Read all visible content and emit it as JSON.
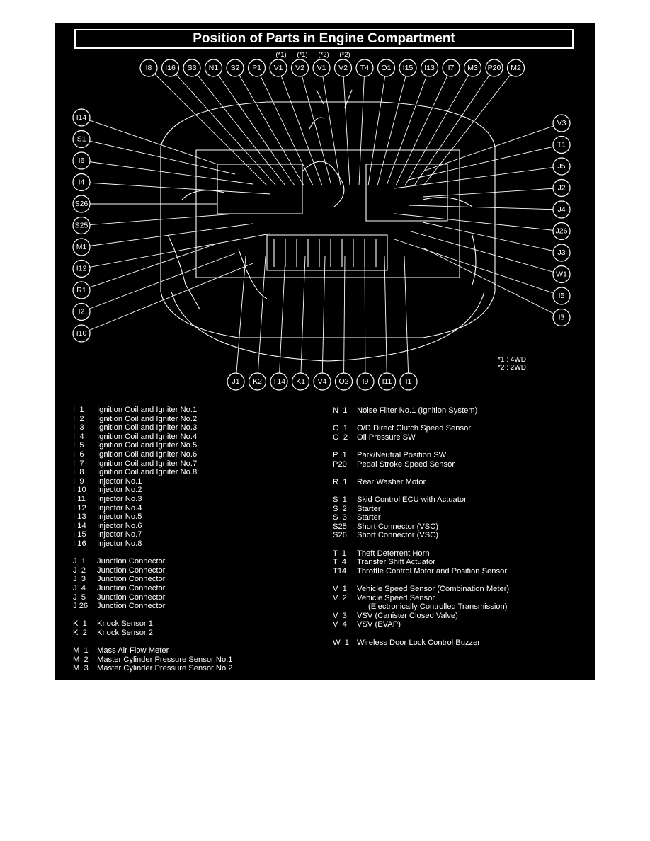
{
  "title": "Position of Parts in Engine Compartment",
  "colors": {
    "background": "#000000",
    "foreground": "#ffffff",
    "page": "#ffffff"
  },
  "top_notes": [
    "(*1)",
    "(*1)",
    "(*2)",
    "(*2)"
  ],
  "footnotes": [
    "*1 : 4WD",
    "*2 : 2WD"
  ],
  "callouts_top": [
    "I8",
    "I16",
    "S3",
    "N1",
    "S2",
    "P1",
    "V1",
    "V2",
    "V1",
    "V2",
    "T4",
    "O1",
    "I15",
    "I13",
    "I7",
    "M3",
    "P20",
    "M2"
  ],
  "callouts_left": [
    "I14",
    "S1",
    "I6",
    "I4",
    "S26",
    "S25",
    "M1",
    "I12",
    "R1",
    "I2",
    "I10"
  ],
  "callouts_right": [
    "V3",
    "T1",
    "J5",
    "J2",
    "J4",
    "J26",
    "J3",
    "W1",
    "I5",
    "I3"
  ],
  "callouts_bottom": [
    "J1",
    "K2",
    "T14",
    "K1",
    "V4",
    "O2",
    "I9",
    "I11",
    "I1"
  ],
  "legend_left": [
    {
      "code": "I  1",
      "desc": "Ignition Coil and Igniter No.1"
    },
    {
      "code": "I  2",
      "desc": "Ignition Coil and Igniter No.2"
    },
    {
      "code": "I  3",
      "desc": "Ignition Coil and Igniter No.3"
    },
    {
      "code": "I  4",
      "desc": "Ignition Coil and Igniter No.4"
    },
    {
      "code": "I  5",
      "desc": "Ignition Coil and Igniter No.5"
    },
    {
      "code": "I  6",
      "desc": "Ignition Coil and Igniter No.6"
    },
    {
      "code": "I  7",
      "desc": "Ignition Coil and Igniter No.7"
    },
    {
      "code": "I  8",
      "desc": "Ignition Coil and Igniter No.8"
    },
    {
      "code": "I  9",
      "desc": "Injector No.1"
    },
    {
      "code": "I 10",
      "desc": "Injector No.2"
    },
    {
      "code": "I 11",
      "desc": "Injector No.3"
    },
    {
      "code": "I 12",
      "desc": "Injector No.4"
    },
    {
      "code": "I 13",
      "desc": "Injector No.5"
    },
    {
      "code": "I 14",
      "desc": "Injector No.6"
    },
    {
      "code": "I 15",
      "desc": "Injector No.7"
    },
    {
      "code": "I 16",
      "desc": "Injector No.8"
    },
    {
      "code": "",
      "desc": ""
    },
    {
      "code": "J  1",
      "desc": "Junction Connector"
    },
    {
      "code": "J  2",
      "desc": "Junction Connector"
    },
    {
      "code": "J  3",
      "desc": "Junction Connector"
    },
    {
      "code": "J  4",
      "desc": "Junction Connector"
    },
    {
      "code": "J  5",
      "desc": "Junction Connector"
    },
    {
      "code": "J 26",
      "desc": "Junction Connector"
    },
    {
      "code": "",
      "desc": ""
    },
    {
      "code": "K  1",
      "desc": "Knock Sensor 1"
    },
    {
      "code": "K  2",
      "desc": "Knock Sensor 2"
    },
    {
      "code": "",
      "desc": ""
    },
    {
      "code": "M  1",
      "desc": "Mass Air Flow Meter"
    },
    {
      "code": "M  2",
      "desc": "Master Cylinder Pressure Sensor No.1"
    },
    {
      "code": "M  3",
      "desc": "Master Cylinder Pressure Sensor No.2"
    }
  ],
  "legend_right": [
    {
      "code": "N  1",
      "desc": "Noise Filter No.1 (Ignition System)"
    },
    {
      "code": "",
      "desc": ""
    },
    {
      "code": "O  1",
      "desc": "O/D Direct Clutch Speed Sensor"
    },
    {
      "code": "O  2",
      "desc": "Oil Pressure SW"
    },
    {
      "code": "",
      "desc": ""
    },
    {
      "code": "P  1",
      "desc": "Park/Neutral Position SW"
    },
    {
      "code": "P20",
      "desc": "Pedal Stroke Speed Sensor"
    },
    {
      "code": "",
      "desc": ""
    },
    {
      "code": "R  1",
      "desc": "Rear Washer Motor"
    },
    {
      "code": "",
      "desc": ""
    },
    {
      "code": "S  1",
      "desc": "Skid Control ECU with Actuator"
    },
    {
      "code": "S  2",
      "desc": "Starter"
    },
    {
      "code": "S  3",
      "desc": "Starter"
    },
    {
      "code": "S25",
      "desc": "Short Connector (VSC)"
    },
    {
      "code": "S26",
      "desc": "Short Connector (VSC)"
    },
    {
      "code": "",
      "desc": ""
    },
    {
      "code": "T  1",
      "desc": "Theft Deterrent Horn"
    },
    {
      "code": "T  4",
      "desc": "Transfer Shift Actuator"
    },
    {
      "code": "T14",
      "desc": "Throttle Control Motor and Position Sensor"
    },
    {
      "code": "",
      "desc": ""
    },
    {
      "code": "V  1",
      "desc": "Vehicle Speed Sensor (Combination Meter)"
    },
    {
      "code": "V  2",
      "desc": "Vehicle Speed Sensor"
    },
    {
      "code": "",
      "desc": "(Electronically Controlled Transmission)"
    },
    {
      "code": "V  3",
      "desc": "VSV (Canister Closed Valve)"
    },
    {
      "code": "V  4",
      "desc": "VSV (EVAP)"
    },
    {
      "code": "",
      "desc": ""
    },
    {
      "code": "W  1",
      "desc": "Wireless Door Lock Control Buzzer"
    }
  ]
}
